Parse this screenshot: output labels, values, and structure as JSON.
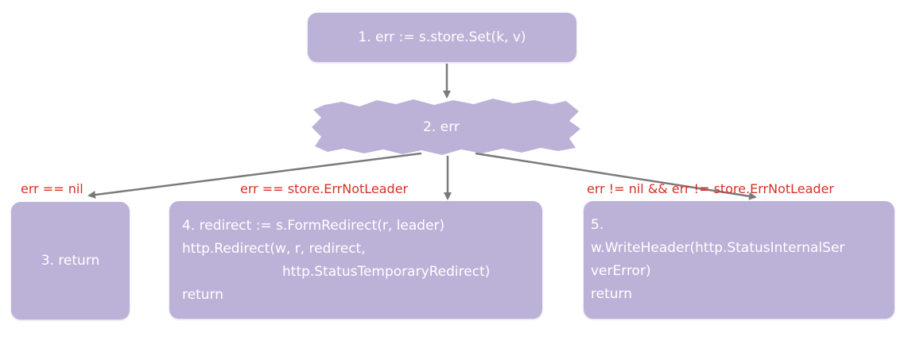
{
  "nodes": {
    "n1": {
      "text": "1. err := s.store.Set(k, v)"
    },
    "n2": {
      "text": "2. err"
    },
    "n3": {
      "text": "3. return"
    },
    "n4": {
      "lines": [
        "4. redirect := s.FormRedirect(r, leader)",
        "http.Redirect(w, r, redirect,",
        "http.StatusTemporaryRedirect)",
        "return"
      ]
    },
    "n5": {
      "lines": [
        "5.",
        "w.WriteHeader(http.StatusInternalSer",
        "verError)",
        "return"
      ]
    }
  },
  "edge_labels": {
    "to_return": "err == nil",
    "to_redirect": "err == store.ErrNotLeader",
    "to_error": "err != nil && err != store.ErrNotLeader"
  },
  "colors": {
    "node_fill": "#bcb2d8",
    "node_text": "#ffffff",
    "edge": "#7a7a7a",
    "label": "#d73027"
  }
}
